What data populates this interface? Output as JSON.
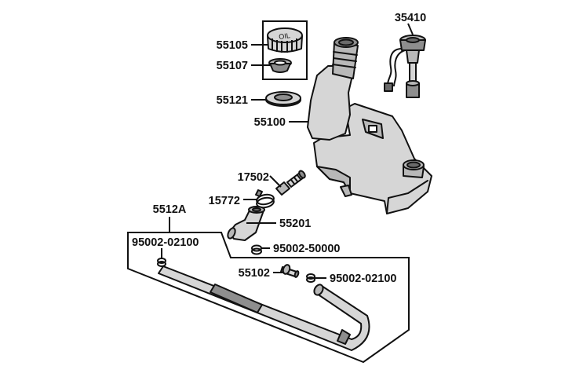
{
  "diagram": {
    "labels": {
      "p35410": "35410",
      "p55105": "55105",
      "p55107": "55107",
      "p55121": "55121",
      "p55100": "55100",
      "p17502": "17502",
      "p15772": "15772",
      "p5512A": "5512A",
      "p55201": "55201",
      "p95002_02100_a": "95002-02100",
      "p95002_50000": "95002-50000",
      "p55102": "55102",
      "p95002_02100_b": "95002-02100"
    },
    "cap_text": "OIL",
    "colors": {
      "ink": "#111111",
      "shade_light": "#d6d6d6",
      "shade_mid": "#b8b8b8",
      "shade_dark": "#8e8e8e"
    }
  }
}
